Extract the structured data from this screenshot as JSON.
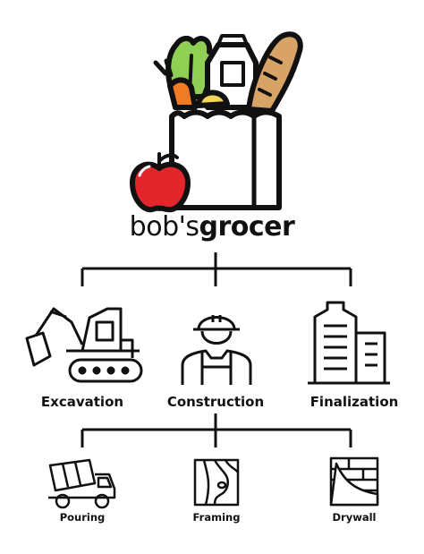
{
  "logo": {
    "name_part1": "bob's",
    "name_part2": "grocer",
    "colors": {
      "apple": "#e3262b",
      "lettuce": "#8fcf53",
      "carrot": "#ef7c24",
      "bread": "#d7a465",
      "lemon": "#f3d35a",
      "outline": "#111111"
    }
  },
  "phases": [
    {
      "label": "Excavation",
      "icon": "excavator-icon"
    },
    {
      "label": "Construction",
      "icon": "worker-icon"
    },
    {
      "label": "Finalization",
      "icon": "building-icon"
    }
  ],
  "subphases": [
    {
      "label": "Pouring",
      "icon": "cement-mixer-icon"
    },
    {
      "label": "Framing",
      "icon": "wood-grain-icon"
    },
    {
      "label": "Drywall",
      "icon": "drywall-icon"
    }
  ]
}
